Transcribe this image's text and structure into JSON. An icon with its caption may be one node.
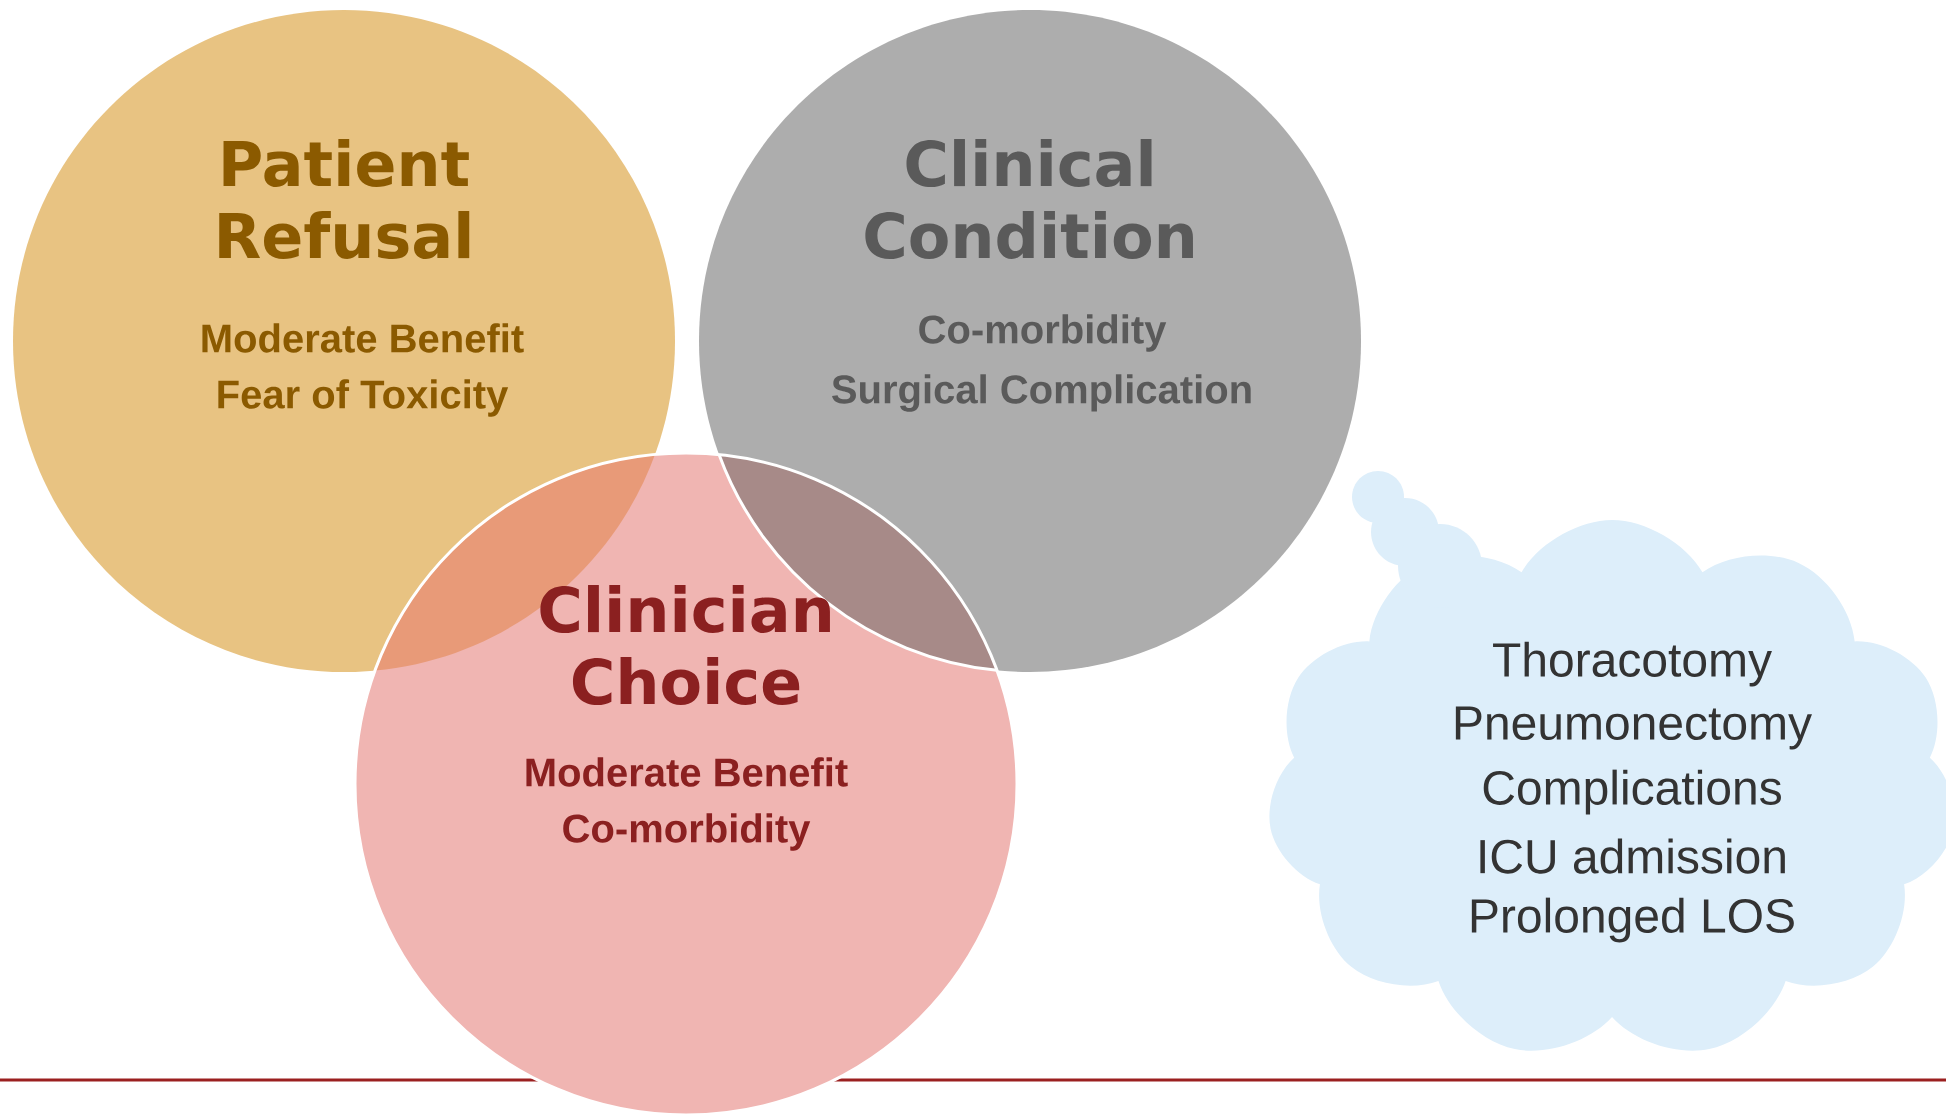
{
  "diagram": {
    "nodes": [
      {
        "text": [
          "Patient Refusal",
          "Moderate Benefit",
          "Fear of Toxicity"
        ]
      },
      {
        "text": [
          "Clinical Condition",
          "Co-morbidity",
          "Surgical Complication"
        ]
      },
      {
        "text": [
          "Clinician Choice",
          "Moderate Benefit",
          "Co-morbidity"
        ]
      },
      {
        "text": [
          "Thoracotomy",
          "Pneumonectomy",
          "Complications",
          "ICU admission",
          "Prolonged LOS"
        ]
      }
    ]
  }
}
